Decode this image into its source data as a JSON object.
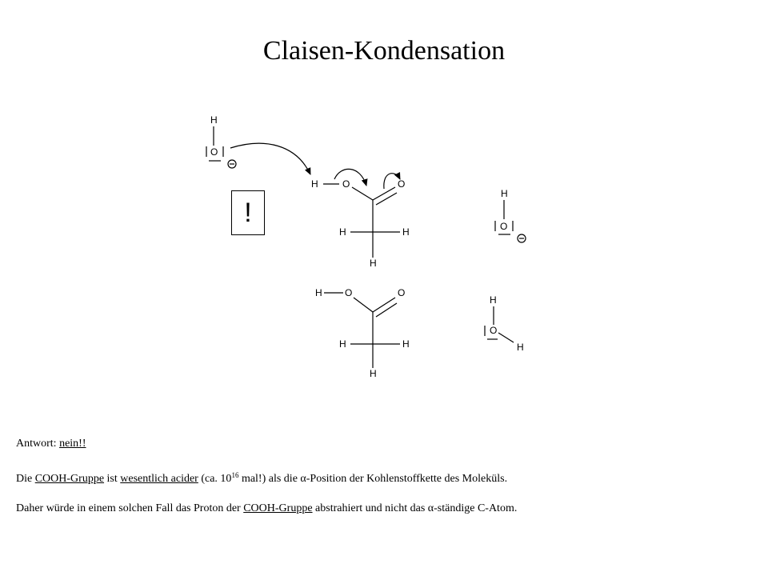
{
  "title": "Claisen-Kondensation",
  "exclamation": "!",
  "atoms": {
    "H": "H",
    "O": "O",
    "minus": "−"
  },
  "answer": {
    "label": "Antwort:",
    "value": "nein!!"
  },
  "explanation": {
    "part1": "Die",
    "cooh": "COOH-Gruppe",
    "part2": "ist",
    "acidic": "wesentlich acider",
    "part3": "(ca. 10",
    "exponent": "16",
    "part4": "mal!) als die α-Position der Kohlenstoffkette des Moleküls."
  },
  "conclusion": {
    "part1": "Daher würde in einem solchen Fall das Proton der",
    "cooh": "COOH-Gruppe",
    "part2": "abstrahiert und nicht das α-ständige C-Atom."
  }
}
